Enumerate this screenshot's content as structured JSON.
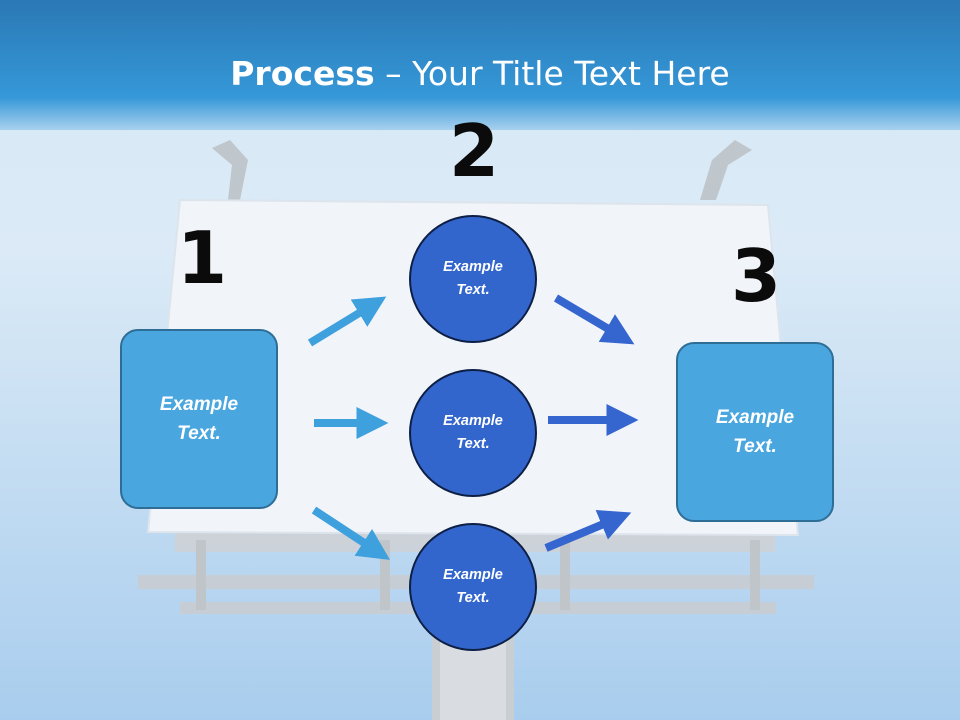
{
  "title": {
    "bold": "Process",
    "rest": " – Your Title Text Here"
  },
  "steps": [
    {
      "number": "1",
      "label_line1": "Example",
      "label_line2": "Text."
    },
    {
      "number": "2"
    },
    {
      "number": "3",
      "label_line1": "Example",
      "label_line2": "Text."
    }
  ],
  "circles": [
    {
      "line1": "Example",
      "line2": "Text."
    },
    {
      "line1": "Example",
      "line2": "Text."
    },
    {
      "line1": "Example",
      "line2": "Text."
    }
  ],
  "colors": {
    "sky": "#bcd7ef",
    "title_band": "#2e8bc9",
    "box_fill": "#4aa6df",
    "circle_fill": "#3366cc",
    "arrow_light": "#3fa0de",
    "arrow_dark": "#3565cf"
  }
}
